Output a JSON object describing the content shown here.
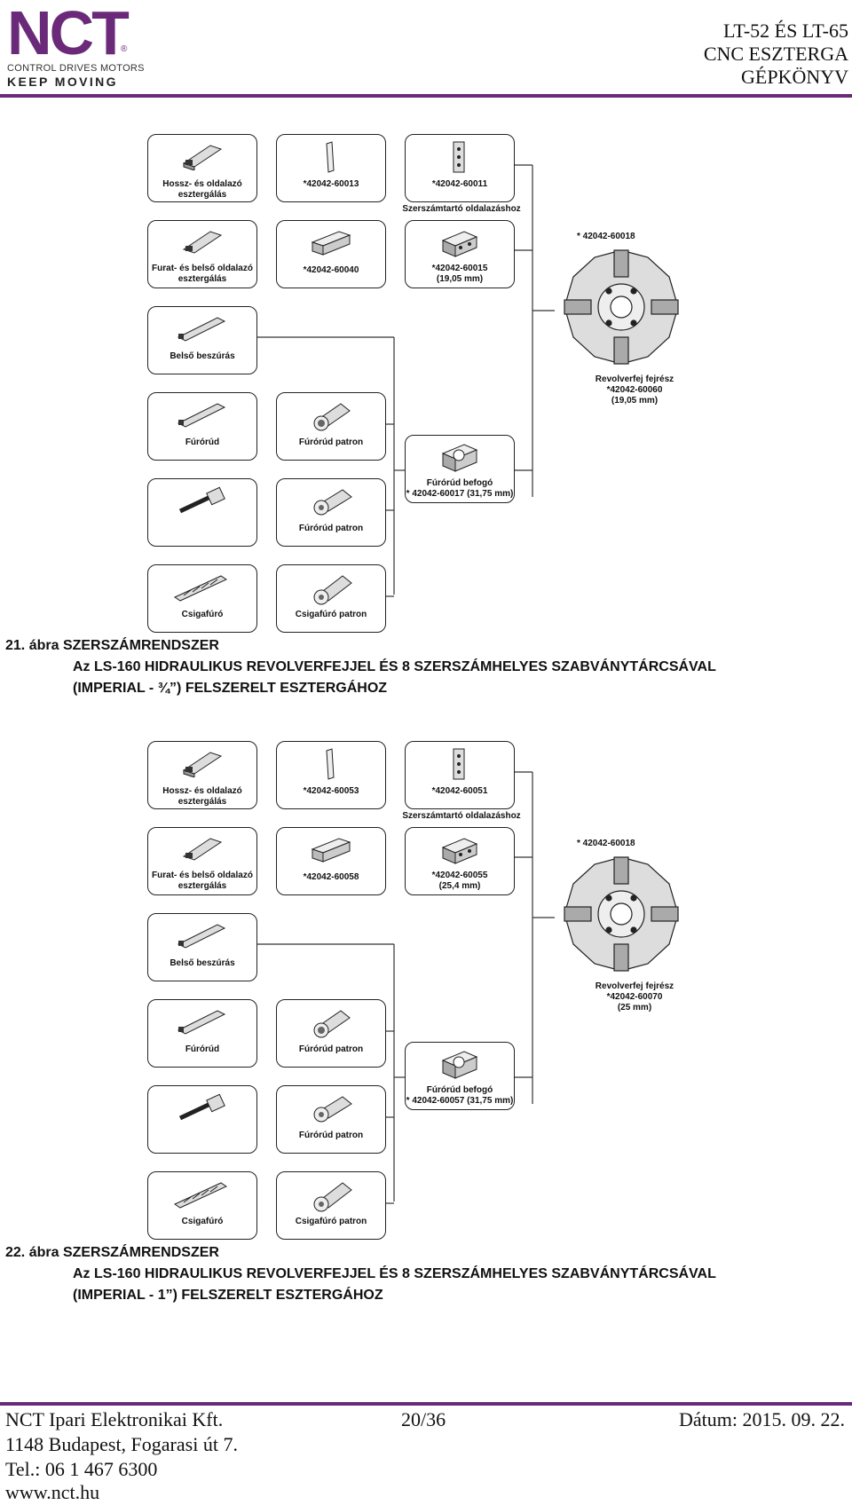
{
  "header": {
    "logo_text": "NCT",
    "logo_reg": "®",
    "tagline": "CONTROL DRIVES MOTORS",
    "slogan": "KEEP MOVING",
    "title_lines": [
      "LT-52 ÉS LT-65",
      "CNC ESZTERGA",
      "GÉPKÖNYV"
    ]
  },
  "figures": [
    {
      "labels": {
        "hossz": "Hossz- és oldalazó esztergálás",
        "p1": "*42042-60013",
        "p2": "*42042-60011",
        "side_holder": "Szerszámtartó oldalazáshoz",
        "furat": "Furat- és belső oldalazó esztergálás",
        "p3": "*42042-60040",
        "p4": "*42042-60015",
        "p4b": "(19,05 mm)",
        "belso": "Belső beszúrás",
        "furorud": "Fúrórúd",
        "furorud_patron": "Fúrórúd patron",
        "befogo": "Fúrórúd befogó",
        "befogo_pn": "* 42042-60017 (31,75 mm)",
        "furorud_patron2": "Fúrórúd patron",
        "csigafuro": "Csigafúró",
        "csigafuro_patron": "Csigafúró patron",
        "turret_pn": "* 42042-60018",
        "revolver": "Revolverfej fejrész",
        "revolver_pn": "*42042-60060",
        "revolver_mm": "(19,05 mm)"
      },
      "caption": {
        "number": "21. ábra",
        "title": "SZERSZÁMRENDSZER",
        "line2": "Az LS-160 HIDRAULIKUS REVOLVERFEJJEL ÉS 8 SZERSZÁMHELYES SZABVÁNYTÁRCSÁVAL",
        "line3": "(IMPERIAL - ¾”) FELSZERELT ESZTERGÁHOZ"
      }
    },
    {
      "labels": {
        "hossz": "Hossz- és oldalazó esztergálás",
        "p1": "*42042-60053",
        "p2": "*42042-60051",
        "side_holder": "Szerszámtartó oldalazáshoz",
        "furat": "Furat- és belső oldalazó esztergálás",
        "p3": "*42042-60058",
        "p4": "*42042-60055",
        "p4b": "(25,4 mm)",
        "belso": "Belső beszúrás",
        "furorud": "Fúrórúd",
        "furorud_patron": "Fúrórúd patron",
        "befogo": "Fúrórúd befogó",
        "befogo_pn": "* 42042-60057 (31,75 mm)",
        "furorud_patron2": "Fúrórúd patron",
        "csigafuro": "Csigafúró",
        "csigafuro_patron": "Csigafúró patron",
        "turret_pn": "* 42042-60018",
        "revolver": "Revolverfej fejrész",
        "revolver_pn": "*42042-60070",
        "revolver_mm": "(25 mm)"
      },
      "caption": {
        "number": "22. ábra",
        "title": "SZERSZÁMRENDSZER",
        "line2": "Az LS-160 HIDRAULIKUS REVOLVERFEJJEL ÉS 8 SZERSZÁMHELYES SZABVÁNYTÁRCSÁVAL",
        "line3": "(IMPERIAL - 1”) FELSZERELT ESZTERGÁHOZ"
      }
    }
  ],
  "footer": {
    "company": "NCT Ipari Elektronikai Kft.",
    "page": "20/36",
    "date": "Dátum: 2015. 09. 22.",
    "address": "1148 Budapest, Fogarasi út 7.",
    "phone": "Tel.: 06 1 467 6300",
    "web": "www.nct.hu"
  }
}
